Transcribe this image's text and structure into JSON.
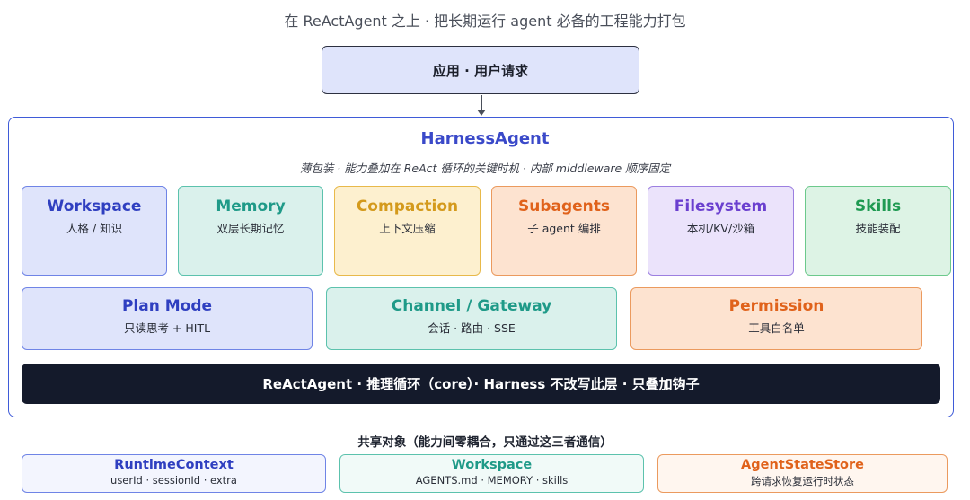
{
  "caption": "在 ReActAgent 之上 · 把长期运行 agent 必备的工程能力打包",
  "app_box": "应用 · 用户请求",
  "harness": {
    "title": "HarnessAgent",
    "subtitle": "薄包装 · 能力叠加在 ReAct 循环的关键时机 · 内部 middleware 顺序固定",
    "modules_row1": [
      {
        "title": "Workspace",
        "desc": "人格 / 知识",
        "color": "#2f3fc0"
      },
      {
        "title": "Memory",
        "desc": "双层长期记忆",
        "color": "#1f9a88"
      },
      {
        "title": "Compaction",
        "desc": "上下文压缩",
        "color": "#d49a1c"
      },
      {
        "title": "Subagents",
        "desc": "子 agent 编排",
        "color": "#e0621b"
      },
      {
        "title": "Filesystem",
        "desc": "本机/KV/沙箱",
        "color": "#6a3fcf"
      },
      {
        "title": "Skills",
        "desc": "技能装配",
        "color": "#1f9a52"
      }
    ],
    "modules_row2": [
      {
        "title": "Plan Mode",
        "desc": "只读思考 + HITL",
        "color": "#2f3fc0"
      },
      {
        "title": "Channel / Gateway",
        "desc": "会话 · 路由 · SSE",
        "color": "#1f9a88"
      },
      {
        "title": "Permission",
        "desc": "工具白名单",
        "color": "#e0621b"
      }
    ],
    "core": "ReActAgent · 推理循环（core）· Harness 不改写此层 · 只叠加钩子"
  },
  "shared": {
    "title": "共享对象（能力间零耦合，只通过这三者通信）",
    "items": [
      {
        "title": "RuntimeContext",
        "desc": "userId · sessionId · extra"
      },
      {
        "title": "Workspace",
        "desc": "AGENTS.md · MEMORY · skills"
      },
      {
        "title": "AgentStateStore",
        "desc": "跨请求恢复运行时状态"
      }
    ]
  }
}
